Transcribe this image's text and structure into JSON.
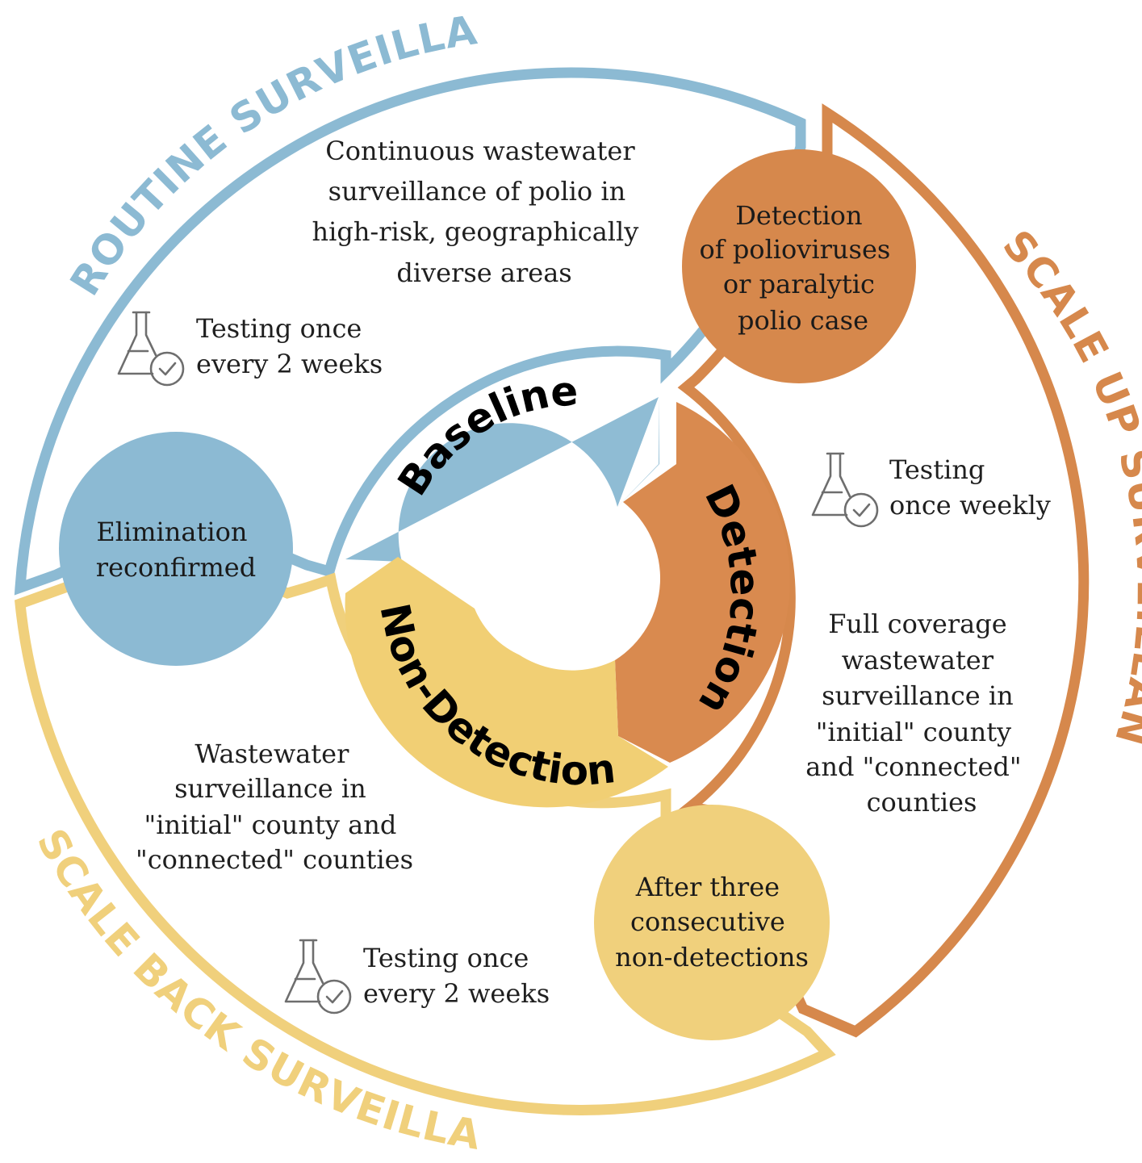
{
  "colors": {
    "routine_blue": "#8cbad3",
    "scale_up_orange": "#d6884c",
    "scale_back_yellow": "#f0d07c",
    "ring_blue": "#8fbcd4",
    "ring_orange": "#d98a4f",
    "ring_yellow": "#f1cf74"
  },
  "outer_labels": {
    "routine": "ROUTINE SURVEILLANCE",
    "scale_up": "SCALE UP  SURVEILLANCE",
    "scale_back": "SCALE BACK SURVEILLANCE"
  },
  "phases": {
    "baseline": "Baseline",
    "detection": "Detection",
    "non_detection": "Non-Detection"
  },
  "bubbles": {
    "detection_trigger": [
      "Detection",
      "of polioviruses",
      "or paralytic",
      "polio case"
    ],
    "elimination": [
      "Elimination",
      "reconfirmed"
    ],
    "after_three": [
      "After three",
      "consecutive",
      "non-detections"
    ]
  },
  "descriptions": {
    "routine": [
      "Continuous wastewater",
      "surveillance of polio in",
      "high-risk, geographically",
      "diverse areas"
    ],
    "scale_up": [
      "Full coverage",
      "wastewater",
      "surveillance in",
      "\"initial\" county",
      "and \"connected\"",
      "counties"
    ],
    "scale_back": [
      "Wastewater",
      "surveillance in",
      "\"initial\" county and",
      "\"connected\" counties"
    ]
  },
  "testing": {
    "routine": [
      "Testing once",
      "every 2 weeks"
    ],
    "scale_up": [
      "Testing",
      "once weekly"
    ],
    "scale_back": [
      "Testing once",
      "every 2 weeks"
    ]
  },
  "icons": [
    "lab-flask-check-icon",
    "lab-flask-check-icon",
    "lab-flask-check-icon"
  ]
}
